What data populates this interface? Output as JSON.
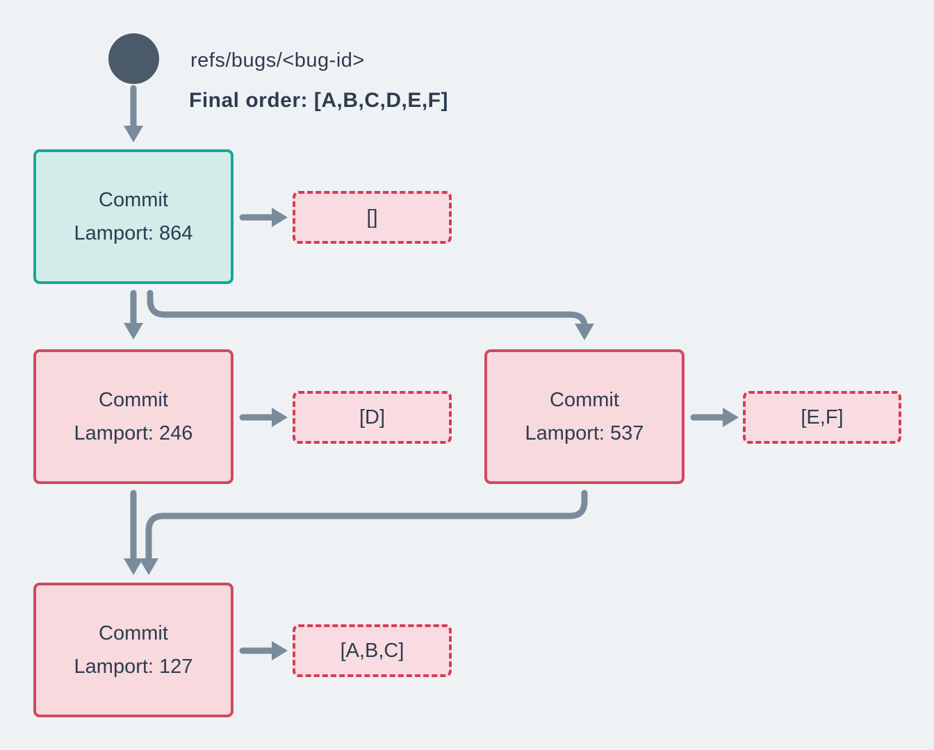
{
  "header": {
    "ref": "refs/bugs/<bug-id>",
    "final_order": "Final order: [A,B,C,D,E,F]"
  },
  "nodes": [
    {
      "id": "commit-864",
      "title": "Commit",
      "subtitle": "Lamport: 864",
      "state": "current"
    },
    {
      "id": "commit-246",
      "title": "Commit",
      "subtitle": "Lamport: 246",
      "state": "normal"
    },
    {
      "id": "commit-537",
      "title": "Commit",
      "subtitle": "Lamport: 537",
      "state": "normal"
    },
    {
      "id": "commit-127",
      "title": "Commit",
      "subtitle": "Lamport: 127",
      "state": "normal"
    }
  ],
  "payloads": [
    "[]",
    "[D]",
    "[E,F]",
    "[A,B,C]"
  ],
  "edges": [
    {
      "from": "ref-circle",
      "to": "commit-864"
    },
    {
      "from": "commit-864",
      "to": "payload-empty"
    },
    {
      "from": "commit-864",
      "to": "commit-246"
    },
    {
      "from": "commit-864",
      "to": "commit-537"
    },
    {
      "from": "commit-246",
      "to": "payload-d"
    },
    {
      "from": "commit-537",
      "to": "payload-ef"
    },
    {
      "from": "commit-246",
      "to": "commit-127"
    },
    {
      "from": "commit-537",
      "to": "commit-127"
    },
    {
      "from": "commit-127",
      "to": "payload-abc"
    }
  ],
  "colors": {
    "background": "#eff2f5",
    "edge": "#7a8b9b",
    "text": "#2d3c4e",
    "ref_circle": "#4b5a68",
    "current_border": "#17a79c",
    "current_fill": "#d2ecea",
    "commit_border": "#d04a5f",
    "commit_fill": "#f7d9de",
    "payload_border": "#d63c55",
    "payload_fill": "#f8dce1"
  }
}
